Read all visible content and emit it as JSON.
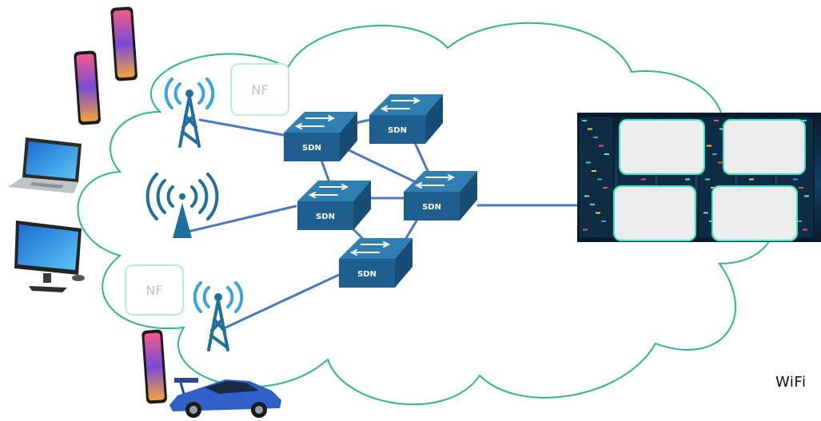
{
  "colors": {
    "cloud_stroke": "#2bb98a",
    "link": "#4a76c4",
    "switch_front": "#1e5f8f",
    "switch_top": "#2f7fb3",
    "switch_side": "#174d75",
    "antenna": "#1f6f9e",
    "wave": "#3aa3e0",
    "nf_border": "#b9eedc",
    "nf_text": "#c4c4c4",
    "dc_panel": "#ececec",
    "dc_panel_border": "#38e8c4",
    "dc_bg": "#0d2236"
  },
  "labels": {
    "nf_top": "NF",
    "nf_bottom": "NF",
    "wifi_caption": "WiFi"
  },
  "switches": [
    {
      "label": "SDN"
    },
    {
      "label": "SDN"
    },
    {
      "label": "SDN"
    },
    {
      "label": "SDN"
    },
    {
      "label": "SDN"
    }
  ],
  "devices": [
    {
      "icon": "smartphone-icon"
    },
    {
      "icon": "smartphone-icon"
    },
    {
      "icon": "laptop-icon"
    },
    {
      "icon": "desktop-monitor-icon"
    },
    {
      "icon": "smartphone-icon"
    },
    {
      "icon": "sports-car-icon"
    }
  ],
  "access_points": [
    {
      "icon": "cell-tower-icon"
    },
    {
      "icon": "wifi-access-point-icon"
    },
    {
      "icon": "cell-tower-icon"
    }
  ]
}
